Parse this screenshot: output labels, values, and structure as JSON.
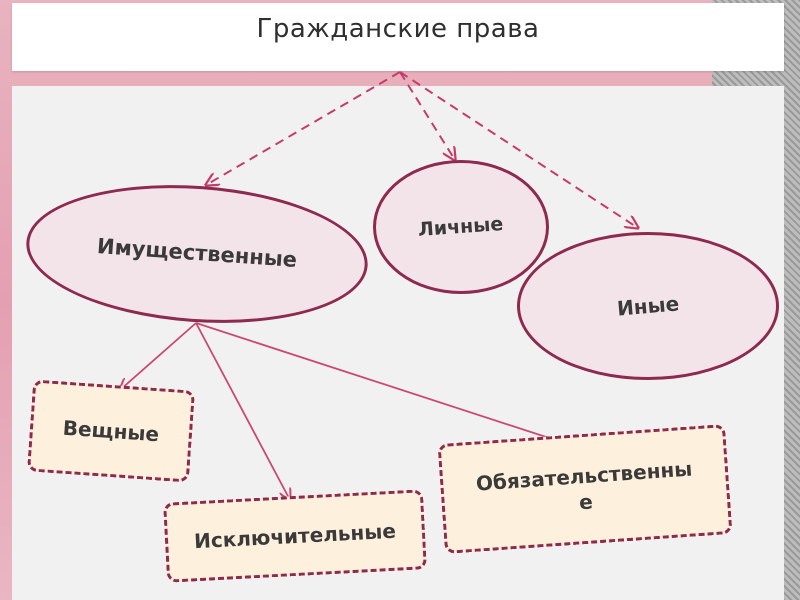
{
  "title": "Гражданские права",
  "nodes": {
    "property": "Имущественные",
    "personal": "Личные",
    "other": "Иные",
    "real": "Вещные",
    "exclusive": "Исключительные",
    "obligatory": "Обязательственные"
  },
  "colors": {
    "border": "#8d2a4e",
    "dashed_arrow": "#c53c6a",
    "solid_arrow": "#c84a73",
    "oval_fill": "#f3e4ea",
    "box_fill": "#fdf0dc"
  }
}
